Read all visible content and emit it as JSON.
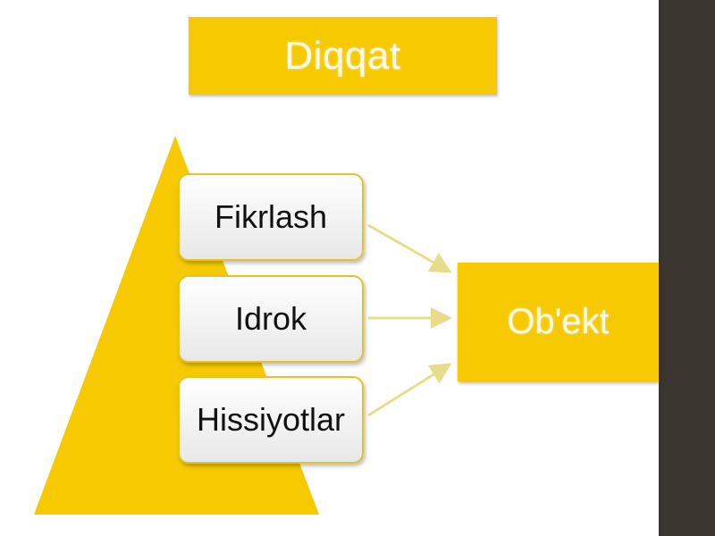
{
  "title": "Diqqat",
  "cards": [
    "Fikrlash",
    "Idrok",
    "Hissiyotlar"
  ],
  "target": "Ob'ekt",
  "colors": {
    "accent": "#f6c900",
    "sidebar": "#3b352f",
    "arrow": "#e8dc8a"
  }
}
